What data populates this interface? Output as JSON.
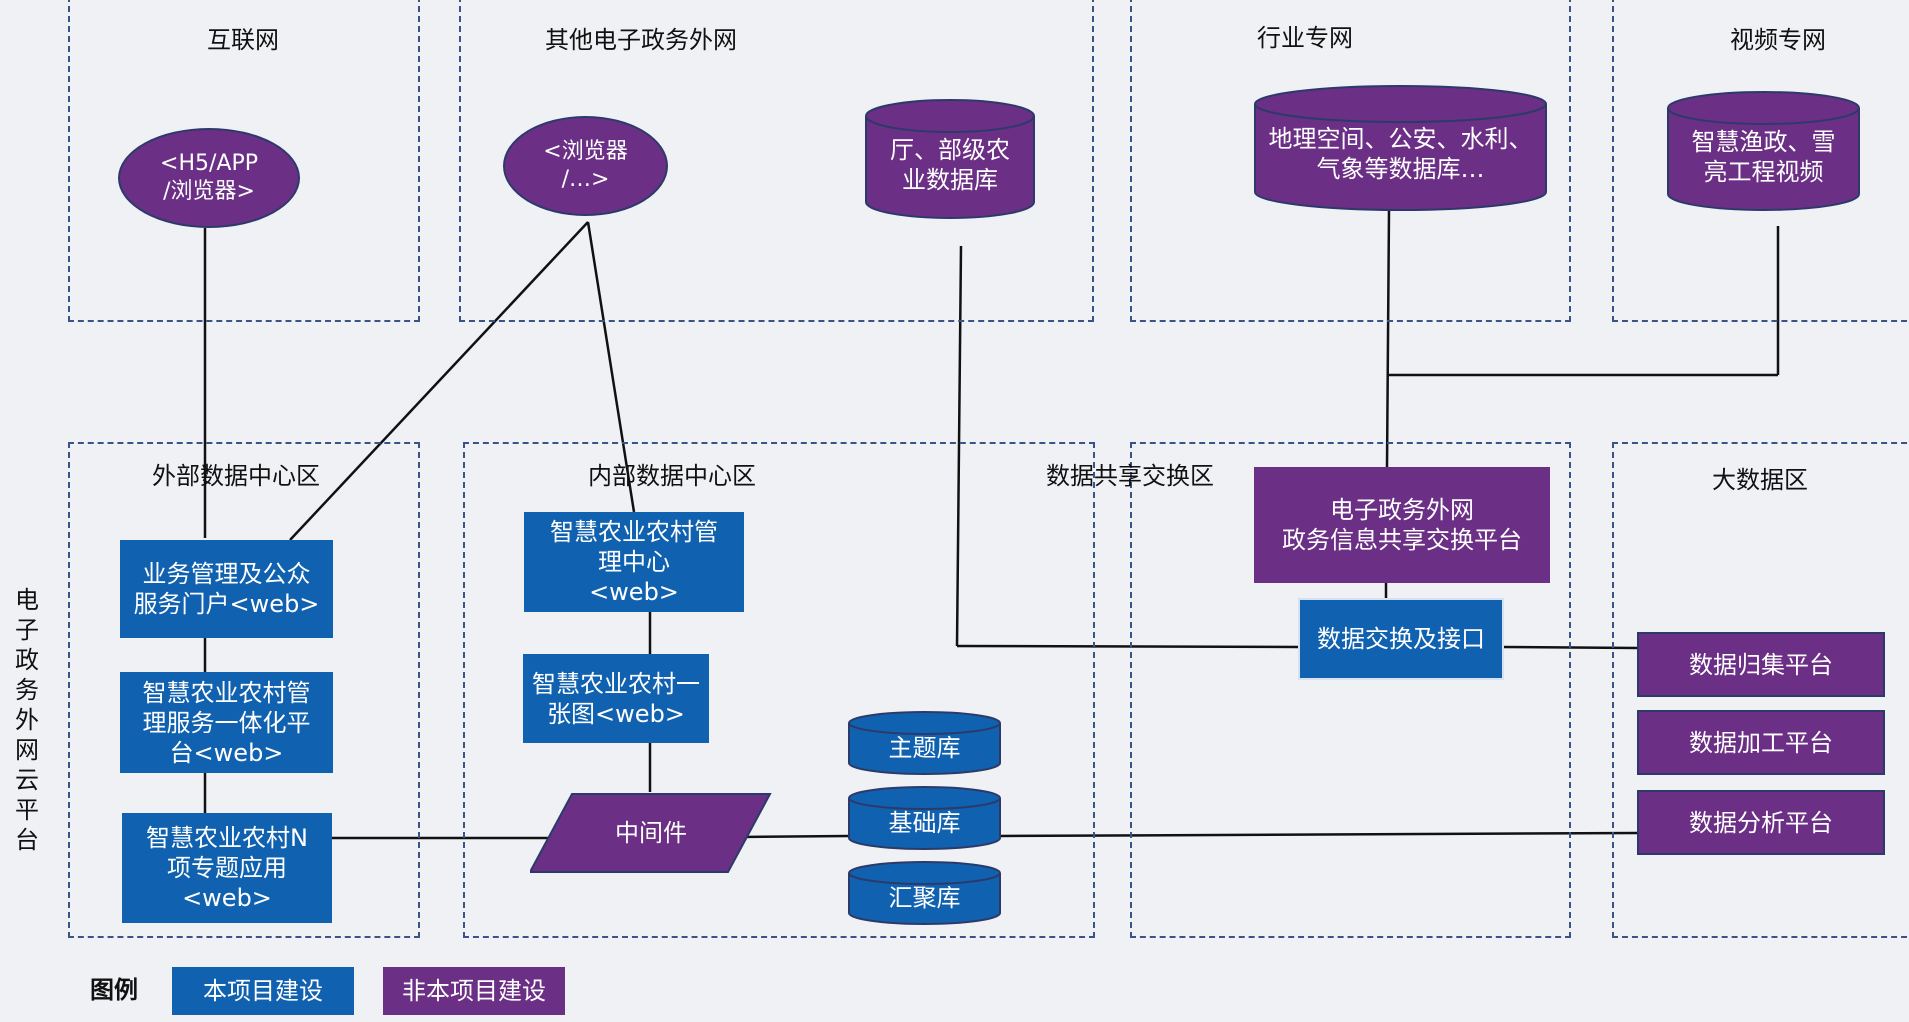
{
  "zones": {
    "internet": "互联网",
    "other_gov": "其他电子政务外网",
    "industry": "行业专网",
    "video": "视频专网",
    "ext_dc": "外部数据中心区",
    "int_dc": "内部数据中心区",
    "exchange": "数据共享交换区",
    "bigdata": "大数据区"
  },
  "side_label": "电子政务外网云平台",
  "nodes": {
    "h5": "<H5/APP\n/浏览器>",
    "browser": "<浏览器\n/…>",
    "agri_db": "厅、部级农\n业数据库",
    "geo_db": "地理空间、公安、水利、\n气象等数据库…",
    "video_db": "智慧渔政、雪\n亮工程视频",
    "portal": "业务管理及公众\n服务门户<web>",
    "integrated": "智慧农业农村管\n理服务一体化平\n台<web>",
    "special": "智慧农业农村N\n项专题应用\n<web>",
    "mgmt_center": "智慧农业农村管\n理中心\n<web>",
    "one_map": "智慧农业农村一\n张图<web>",
    "middleware": "中间件",
    "theme_db": "主题库",
    "base_db": "基础库",
    "agg_db": "汇聚库",
    "gov_exchange": "电子政务外网\n政务信息共享交换平台",
    "data_interface": "数据交换及接口",
    "collect": "数据归集平台",
    "process": "数据加工平台",
    "analysis": "数据分析平台"
  },
  "legend": {
    "title": "图例",
    "in_project": "本项目建设",
    "not_in_project": "非本项目建设"
  },
  "colors": {
    "in_project": "#1062b0",
    "not_in_project": "#6b2f85",
    "zone_border": "#3a5487",
    "background": "#eff1f5"
  }
}
